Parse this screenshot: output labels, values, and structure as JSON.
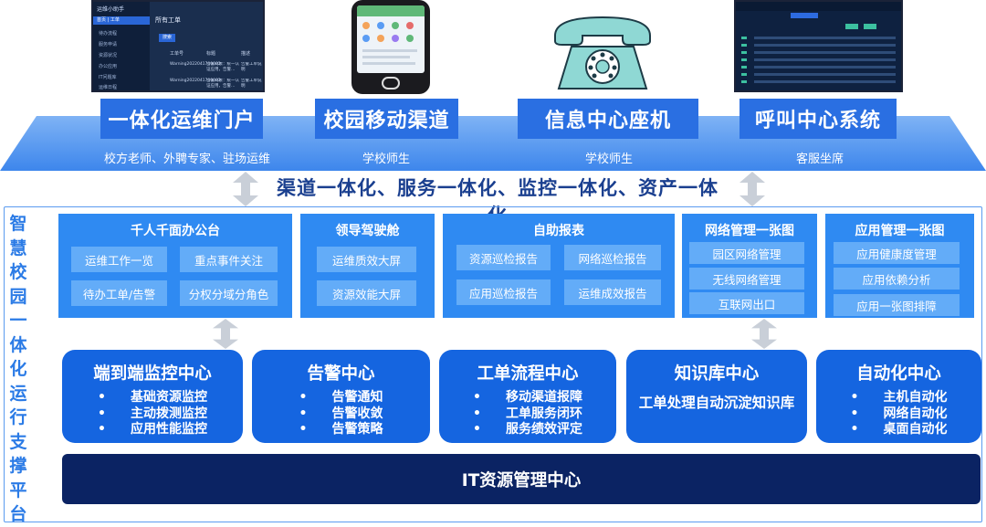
{
  "channels": [
    {
      "title": "一体化运维门户",
      "sub": "校方老师、外聘专家、驻场运维"
    },
    {
      "title": "校园移动渠道",
      "sub": "学校师生"
    },
    {
      "title": "信息中心座机",
      "sub": "学校师生"
    },
    {
      "title": "呼叫中心系统",
      "sub": "客服坐席"
    }
  ],
  "portal_screen": {
    "app_name": "运维小助手",
    "side_items": [
      "首页 | 工单",
      "待办流程",
      "服务申请",
      "资源状况",
      "办公应用",
      "IT问题库",
      "运维日程"
    ],
    "main_title": "所有工单",
    "button": "搜索",
    "columns": [
      "工单号",
      "标题",
      "描述"
    ],
    "rows": [
      [
        "Warning2022041700002",
        "告警对象：统一认证应用，告警…",
        "告警工单说明"
      ],
      [
        "Warning2022041700002",
        "告警对象：统一认证应用，告警…",
        "告警工单说明"
      ]
    ]
  },
  "slogan": "渠道一体化、服务一体化、监控一体化、资产一体化",
  "side_title": "智慧校园一体化运行支撑平台",
  "panels": [
    {
      "title": "千人千面办公台",
      "items": [
        "运维工作一览",
        "重点事件关注",
        "待办工单/告警",
        "分权分域分角色"
      ]
    },
    {
      "title": "领导驾驶舱",
      "items": [
        "运维质效大屏",
        "资源效能大屏"
      ]
    },
    {
      "title": "自助报表",
      "items": [
        "资源巡检报告",
        "网络巡检报告",
        "应用巡检报告",
        "运维成效报告"
      ]
    },
    {
      "title": "网络管理一张图",
      "items": [
        "园区网络管理",
        "无线网络管理",
        "互联网出口"
      ]
    },
    {
      "title": "应用管理一张图",
      "items": [
        "应用健康度管理",
        "应用依赖分析",
        "应用一张图排障"
      ]
    }
  ],
  "centers": [
    {
      "title": "端到端监控中心",
      "items": [
        "基础资源监控",
        "主动拨测监控",
        "应用性能监控"
      ]
    },
    {
      "title": "告警中心",
      "items": [
        "告警通知",
        "告警收敛",
        "告警策略"
      ]
    },
    {
      "title": "工单流程中心",
      "items": [
        "移动渠道报障",
        "工单服务闭环",
        "服务绩效评定"
      ]
    },
    {
      "title": "知识库中心",
      "body": "工单处理自动沉淀知识库"
    },
    {
      "title": "自动化中心",
      "items": [
        "主机自动化",
        "网络自动化",
        "桌面自动化"
      ]
    }
  ],
  "it_center": "IT资源管理中心",
  "colors": {
    "accent": "#2f8af2",
    "deep": "#0b2363",
    "platform": "#4a8ff0",
    "chip": "#63acf8"
  }
}
